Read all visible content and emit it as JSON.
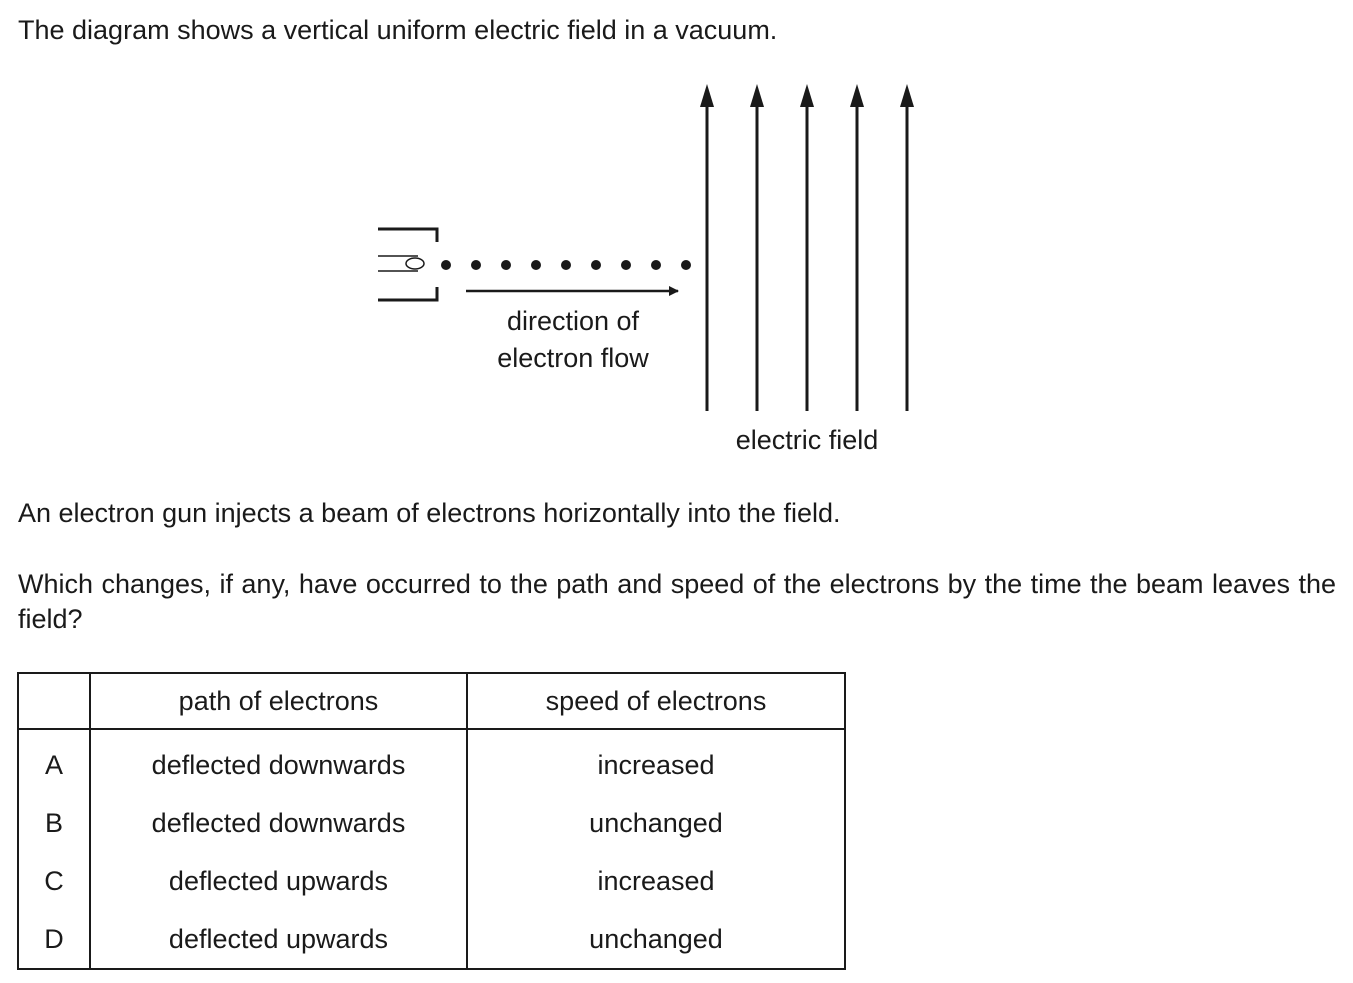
{
  "intro": "The diagram shows a vertical uniform electric field in a vacuum.",
  "diagram": {
    "flow_label_line1": "direction of",
    "flow_label_line2": "electron flow",
    "field_label": "electric field",
    "electron_count": 9,
    "field_line_count": 5
  },
  "gun_text": "An electron gun injects a beam of electrons horizontally into the field.",
  "question": "Which changes, if any, have occurred to the path and speed of the electrons by the time the beam leaves the field?",
  "table": {
    "headers": [
      "",
      "path of electrons",
      "speed of electrons"
    ],
    "rows": [
      {
        "letter": "A",
        "path": "deflected downwards",
        "speed": "increased"
      },
      {
        "letter": "B",
        "path": "deflected downwards",
        "speed": "unchanged"
      },
      {
        "letter": "C",
        "path": "deflected upwards",
        "speed": "increased"
      },
      {
        "letter": "D",
        "path": "deflected upwards",
        "speed": "unchanged"
      }
    ]
  }
}
